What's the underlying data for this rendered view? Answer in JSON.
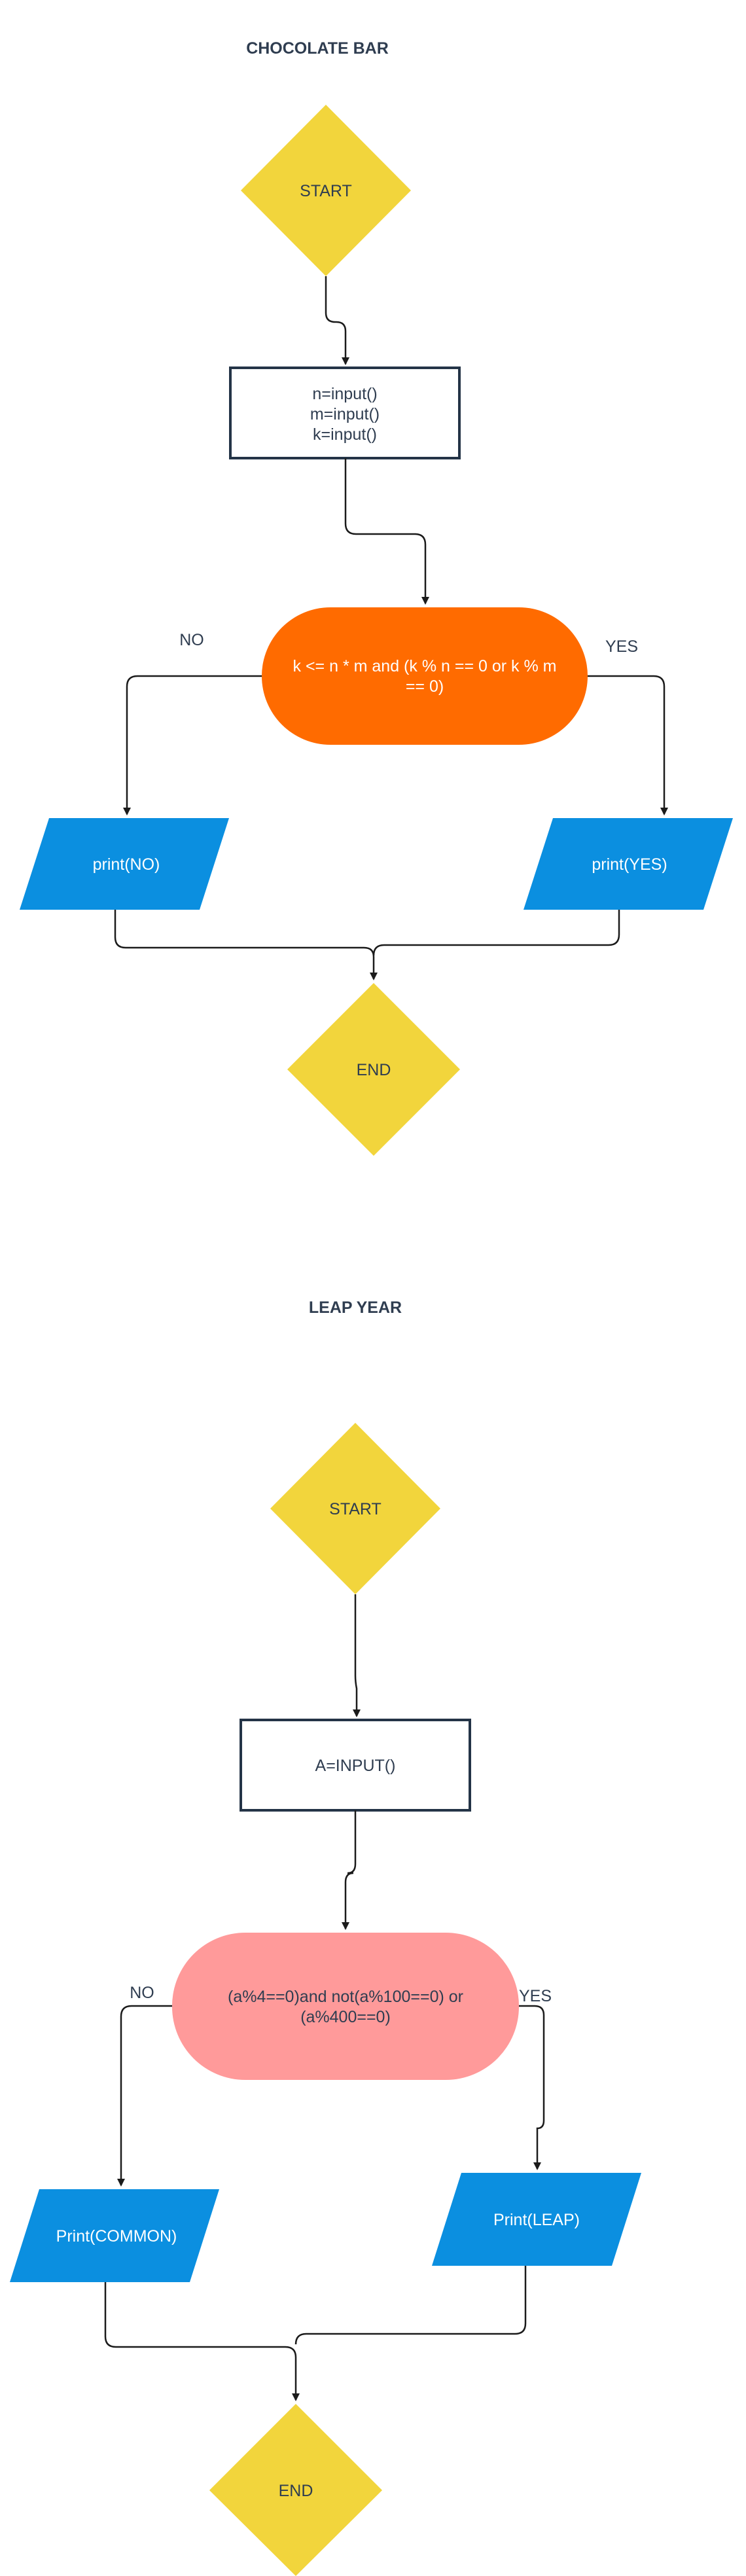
{
  "colors": {
    "decision_terminal": "#f2d53c",
    "process_border": "#243447",
    "condition_orange": "#ff6b00",
    "condition_pink": "#ff9a9a",
    "io_blue": "#0b8fe0",
    "text_dark": "#2f3d50",
    "line": "#1b1b1b"
  },
  "chocolate": {
    "title": "CHOCOLATE BAR",
    "start": "START",
    "input_lines": [
      "n=input()",
      "m=input()",
      "k=input()"
    ],
    "condition_lines": [
      "k <= n * m and (k % n == 0 or k % m",
      "== 0)"
    ],
    "no_label": "NO",
    "yes_label": "YES",
    "print_no": "print(NO)",
    "print_yes": "print(YES)",
    "end": "END"
  },
  "leap": {
    "title": "LEAP YEAR",
    "start": "START",
    "input_line": "A=INPUT()",
    "condition_lines": [
      "(a%4==0)and not(a%100==0) or",
      "(a%400==0)"
    ],
    "no_label": "NO",
    "yes_label": "YES",
    "print_common": "Print(COMMON)",
    "print_leap": "Print(LEAP)",
    "end": "END"
  }
}
